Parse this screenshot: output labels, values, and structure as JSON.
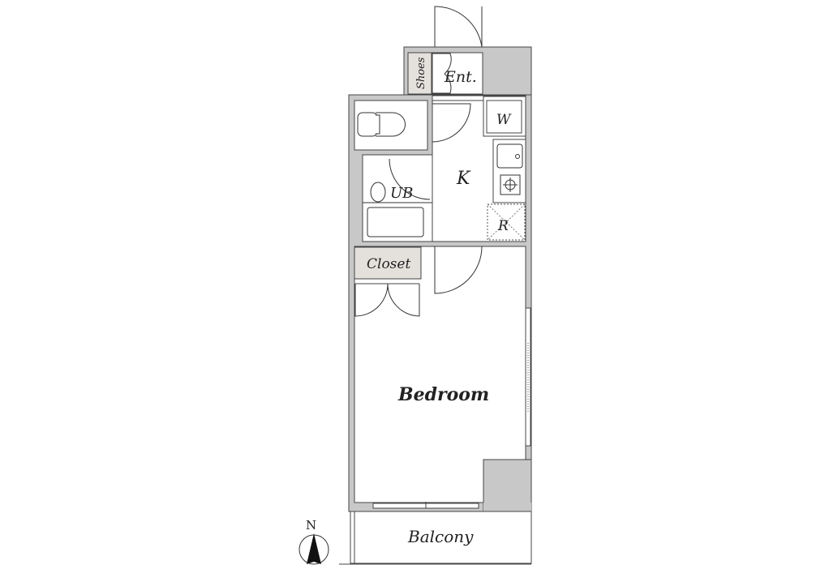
{
  "floor_plan": {
    "rooms": {
      "shoes": "Shoes",
      "entrance": "Ent.",
      "washer": "W",
      "kitchen": "K",
      "unit_bath": "UB",
      "refrigerator": "R",
      "closet": "Closet",
      "bedroom": "Bedroom",
      "balcony": "Balcony"
    },
    "compass": {
      "north_label": "N"
    },
    "colors": {
      "wall": "#c8c8c8",
      "storage": "#e4e1dd",
      "line": "#333333"
    }
  }
}
